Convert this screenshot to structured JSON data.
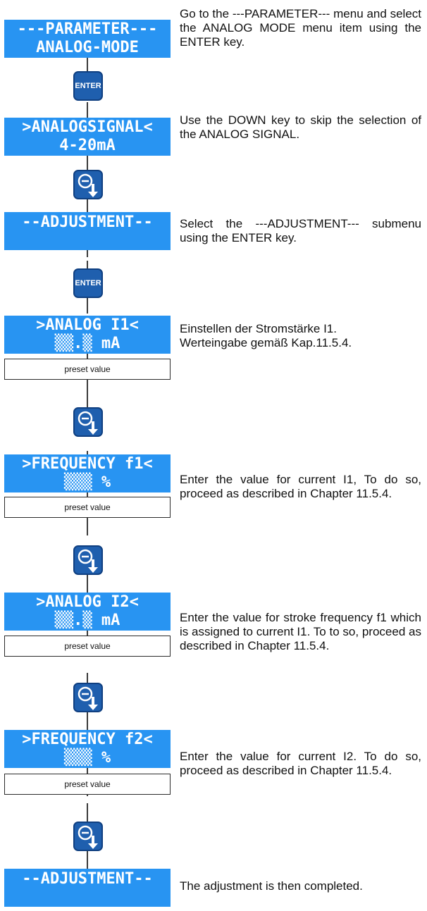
{
  "lcd": {
    "parameter": [
      "---PARAMETER---",
      "ANALOG-MODE"
    ],
    "analogsignal": [
      ">ANALOGSIGNAL<",
      "4-20mA"
    ],
    "adjustment_1": [
      "--ADJUSTMENT--"
    ],
    "analog_i1": [
      ">ANALOG I1<",
      "▒▒.▒ mA"
    ],
    "frequency_f1": [
      ">FREQUENCY f1<",
      "▒▒▒ %"
    ],
    "analog_i2": [
      ">ANALOG I2<",
      "▒▒.▒ mA"
    ],
    "frequency_f2": [
      ">FREQUENCY f2<",
      "▒▒▒ %"
    ],
    "adjustment_2": [
      "--ADJUSTMENT--"
    ]
  },
  "keys": {
    "enter_label": "ENTER",
    "down_icon": "minus-down-arrow-icon"
  },
  "preset_label": "preset value",
  "steps": {
    "s1": "Go to the ---PARAMETER--- menu and select the ANALOG MODE menu item using the ENTER key.",
    "s2": "Use the DOWN key to skip the selection of the ANALOG SIGNAL.",
    "s3": "Select the ---ADJUSTMENT--- submenu using the ENTER key.",
    "s4_line1": "Einstellen der Stromstärke I1.",
    "s4_line2": "Werteingabe gemäß Kap.11.5.4.",
    "s5": "Enter the value for current I1, To do so, proceed as described in Chapter 11.5.4.",
    "s6": "Enter the value for stroke frequency f1 which is assigned to current I1. To to so, proceed as described in Chapter 11.5.4.",
    "s7": "Enter the value for current I2. To do so, proceed as described in Chapter 11.5.4.",
    "s8": "The adjustment is then completed."
  },
  "colors": {
    "lcd_blue": "#2894f2",
    "key_blue": "#1f5fae"
  }
}
